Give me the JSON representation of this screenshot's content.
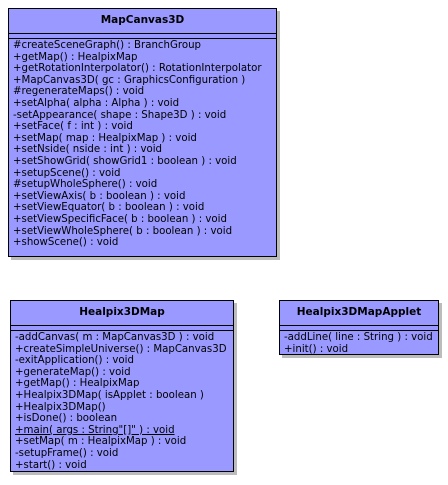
{
  "classes": {
    "map_canvas_3d": {
      "name": "MapCanvas3D",
      "operations": [
        "#createSceneGraph() : BranchGroup",
        "+getMap() : HealpixMap",
        "+getRotationInterpolator() : RotationInterpolator",
        "+MapCanvas3D( gc : GraphicsConfiguration )",
        "#regenerateMaps() : void",
        "+setAlpha( alpha : Alpha ) : void",
        "-setAppearance( shape : Shape3D ) : void",
        "+setFace( f : int ) : void",
        "+setMap( map : HealpixMap ) : void",
        "+setNside( nside : int ) : void",
        "+setShowGrid( showGrid1 : boolean ) : void",
        "+setupScene() : void",
        "#setupWholeSphere() : void",
        "+setViewAxis( b : boolean ) : void",
        "+setViewEquator( b : boolean ) : void",
        "+setViewSpecificFace( b : boolean ) : void",
        "+setViewWholeSphere( b : boolean ) : void",
        "+showScene() : void"
      ]
    },
    "healpix_3d_map": {
      "name": "Healpix3DMap",
      "operations": [
        "-addCanvas( m : MapCanvas3D ) : void",
        "+createSimpleUniverse() : MapCanvas3D",
        "-exitApplication() : void",
        "+generateMap() : void",
        "+getMap() : HealpixMap",
        "+Healpix3DMap( isApplet : boolean )",
        "+Healpix3DMap()",
        "+isDone() : boolean",
        "+main( args : String\"[]\" ) : void",
        "+setMap( m : HealpixMap ) : void",
        "-setupFrame() : void",
        "+start() : void"
      ]
    },
    "healpix_3d_map_applet": {
      "name": "Healpix3DMapApplet",
      "operations": [
        "-addLine( line : String ) : void",
        "+init() : void"
      ]
    }
  },
  "colors": {
    "class_fill": "#9999ff",
    "border": "#000000",
    "shadow": "#bcbcbc"
  }
}
